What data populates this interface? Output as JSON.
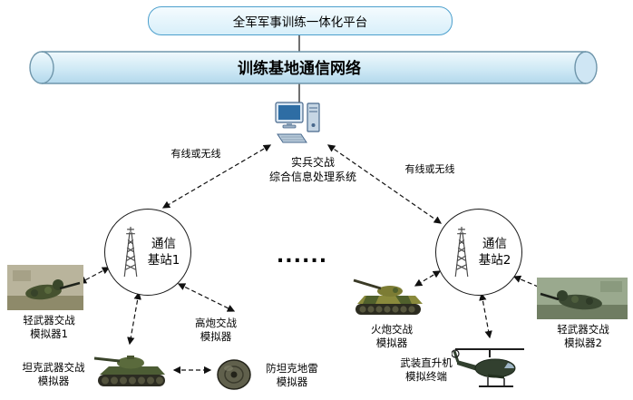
{
  "labels": {
    "platform": "全军军事训练一体化平台",
    "network_backbone": "训练基地通信网络",
    "processing_system": "实兵交战\n综合信息处理系统",
    "link_left": "有线或无线",
    "link_right": "有线或无线",
    "base_station_1": "通信\n基站1",
    "base_station_2": "通信\n基站2",
    "ellipsis": "......",
    "light_weapon_sim_1": "轻武器交战\n模拟器1",
    "aa_gun_sim": "高炮交战\n模拟器",
    "tank_weapon_sim": "坦克武器交战\n模拟器",
    "antitank_mine_sim": "防坦克地雷\n模拟器",
    "artillery_sim": "火炮交战\n模拟器",
    "helicopter_terminal": "武装直升机\n模拟终端",
    "light_weapon_sim_2": "轻武器交战\n模拟器2"
  },
  "icons": {
    "processing_system": "computer-workstation-icon",
    "base_station_1": "antenna-tower-icon",
    "base_station_2": "antenna-tower-icon"
  },
  "colors": {
    "platform_fill": "#ddf1fb",
    "platform_border": "#4da0cd",
    "pipe_fill_top": "#f0f9fd",
    "pipe_fill_bottom": "#b3d8ec",
    "pipe_border": "#6f96ab",
    "connector": "#111111",
    "background": "#ffffff"
  }
}
